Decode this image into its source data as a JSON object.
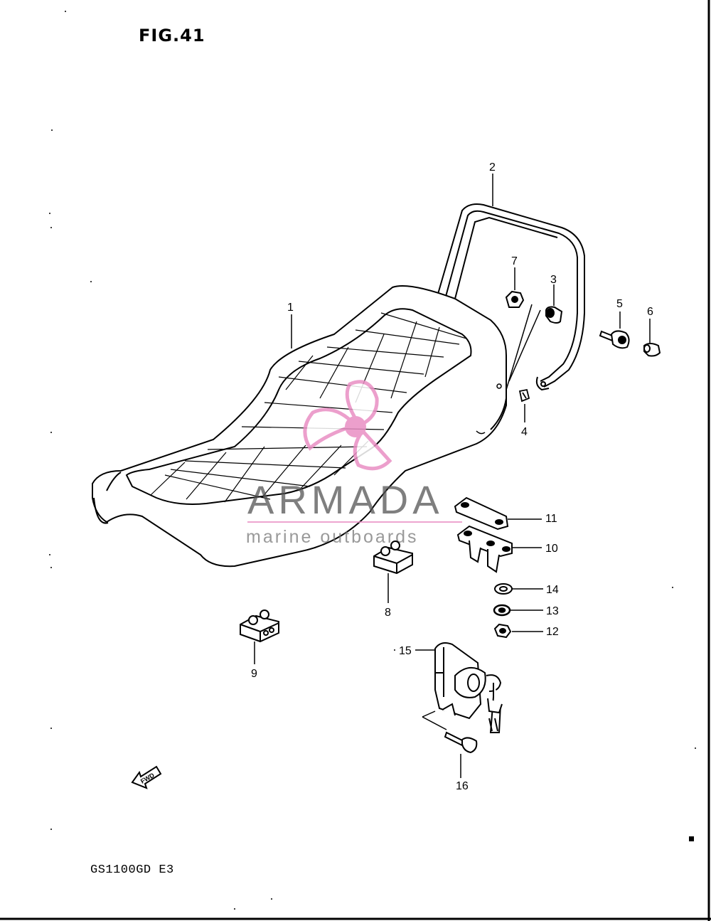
{
  "figure": {
    "title": "FIG.41"
  },
  "model_code": "GS1100GD E3",
  "fwd_label": "FWD",
  "callouts": [
    {
      "id": "1",
      "part": "seat"
    },
    {
      "id": "2",
      "part": "seat-grab-rail"
    },
    {
      "id": "3",
      "part": "spacer"
    },
    {
      "id": "4",
      "part": "small-clip"
    },
    {
      "id": "5",
      "part": "bolt"
    },
    {
      "id": "6",
      "part": "cap"
    },
    {
      "id": "7",
      "part": "nut"
    },
    {
      "id": "8",
      "part": "cushion"
    },
    {
      "id": "9",
      "part": "cushion"
    },
    {
      "id": "10",
      "part": "seat-hinge"
    },
    {
      "id": "11",
      "part": "hinge-plate"
    },
    {
      "id": "12",
      "part": "nut"
    },
    {
      "id": "13",
      "part": "lock-washer"
    },
    {
      "id": "14",
      "part": "washer"
    },
    {
      "id": "15",
      "part": "seat-lock-set"
    },
    {
      "id": "16",
      "part": "bolt"
    }
  ],
  "watermark": {
    "name": "ARMADA",
    "tagline": "marine outboards",
    "colors": {
      "logo": "#e98fc4",
      "text": "#555555"
    }
  },
  "colors": {
    "line": "#000000",
    "background": "#ffffff"
  }
}
